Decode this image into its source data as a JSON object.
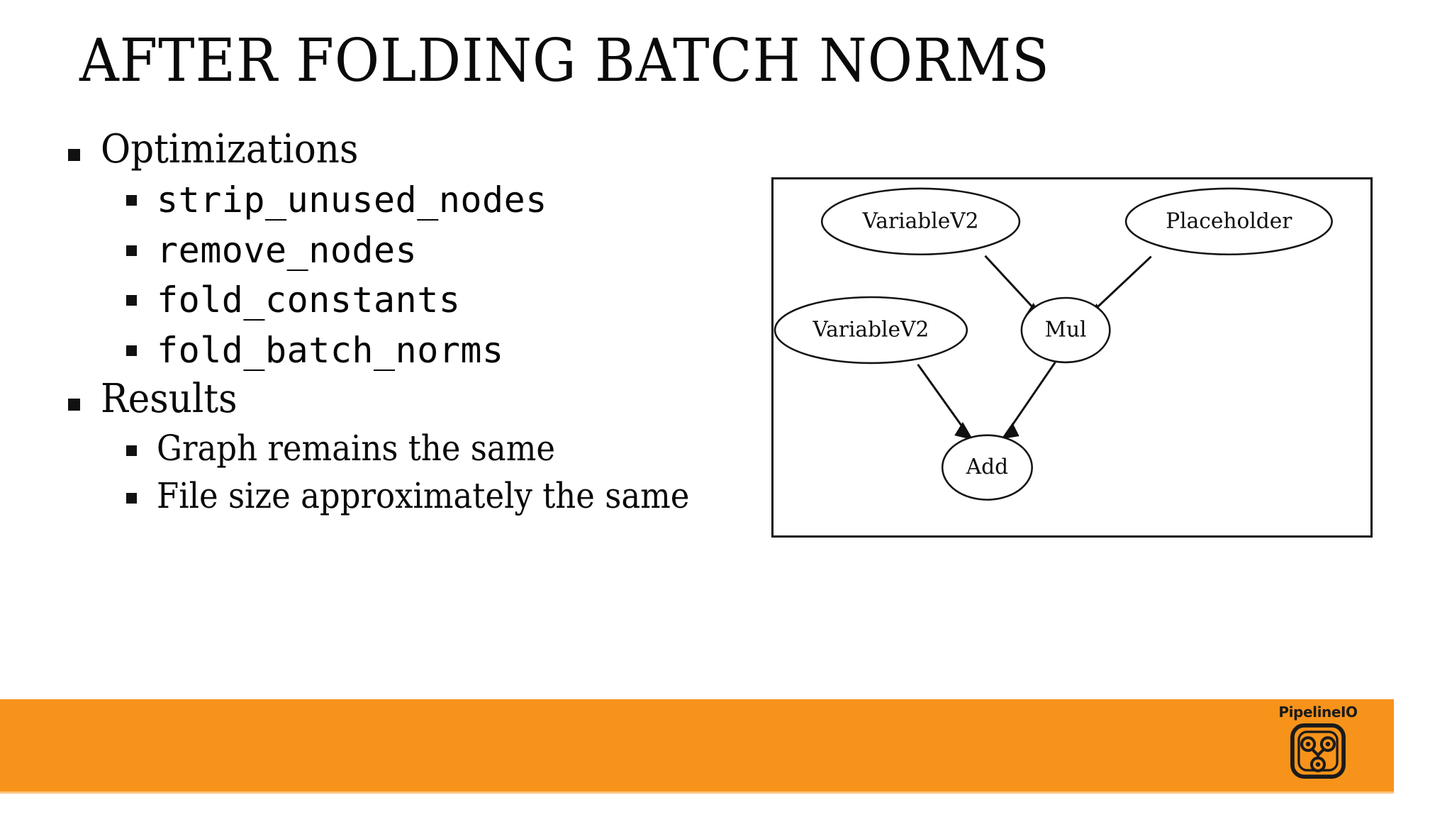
{
  "slide": {
    "title": "AFTER FOLDING BATCH NORMS",
    "background_color": "#ffffff"
  },
  "bullets": [
    {
      "level": 1,
      "style": "hand",
      "text": "Optimizations"
    },
    {
      "level": 2,
      "style": "mono",
      "text": "strip_unused_nodes"
    },
    {
      "level": 2,
      "style": "mono",
      "text": "remove_nodes"
    },
    {
      "level": 2,
      "style": "mono",
      "text": "fold_constants"
    },
    {
      "level": 2,
      "style": "mono",
      "text": "fold_batch_norms"
    },
    {
      "level": 1,
      "style": "hand",
      "text": "Results"
    },
    {
      "level": 2,
      "style": "hand",
      "text": "Graph remains the same"
    },
    {
      "level": 2,
      "style": "hand",
      "text": "File size approximately the same"
    }
  ],
  "graph": {
    "nodes": [
      {
        "id": "var_top",
        "label": "VariableV2"
      },
      {
        "id": "placeholder",
        "label": "Placeholder"
      },
      {
        "id": "var_left",
        "label": "VariableV2"
      },
      {
        "id": "mul",
        "label": "Mul"
      },
      {
        "id": "add",
        "label": "Add"
      }
    ],
    "edges": [
      {
        "from": "var_top",
        "to": "mul"
      },
      {
        "from": "placeholder",
        "to": "mul"
      },
      {
        "from": "var_left",
        "to": "add"
      },
      {
        "from": "mul",
        "to": "add"
      }
    ]
  },
  "footer": {
    "color": "#F7931A",
    "logo_text": "PipelineIO",
    "logo_icon": "pipeline-node-graph-icon"
  }
}
